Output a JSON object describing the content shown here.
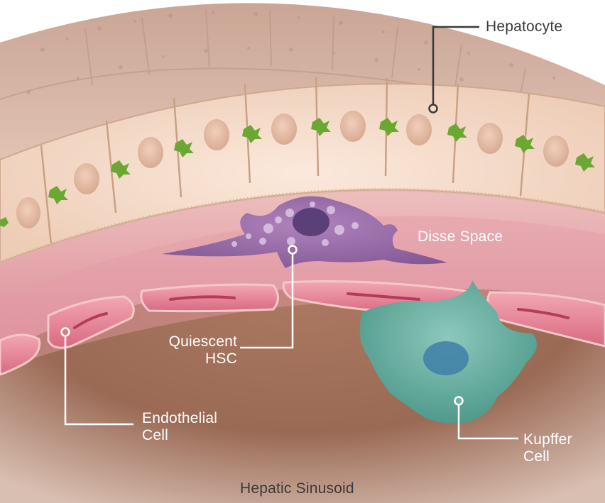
{
  "labels": {
    "hepatocyte": "Hepatocyte",
    "disse_space": "Disse Space",
    "quiescent_hsc": [
      "Quiescent",
      "HSC"
    ],
    "endothelial_cell": [
      "Endothelial",
      "Cell"
    ],
    "kupffer_cell": [
      "Kupffer",
      "Cell"
    ],
    "hepatic_sinusoid": "Hepatic Sinusoid"
  },
  "colors": {
    "sinusoid_lumen": "#9a6a55",
    "hepatocyte": "#f5dcc8",
    "background_tissue": "#d9b8a8",
    "endothelium": "#e0788c",
    "stellate_cell": "#9b6aa8",
    "kupffer_cell": "#6fb3a3",
    "bile_canaliculus": "#6aa832"
  }
}
